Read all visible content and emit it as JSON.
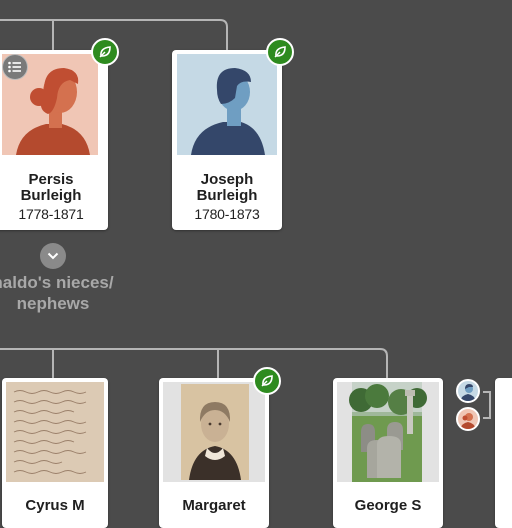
{
  "people": {
    "persis": {
      "first": "Persis",
      "last": "Burleigh",
      "dates": "1778-1871"
    },
    "joseph": {
      "first": "Joseph",
      "last": "Burleigh",
      "dates": "1780-1873"
    },
    "cyrus": {
      "name": "Cyrus M"
    },
    "margaret": {
      "name": "Margaret"
    },
    "george": {
      "name": "George S"
    }
  },
  "group_label": {
    "line1": "naldo's nieces/",
    "line2": "nephews"
  },
  "icons": {
    "hint": "leaf-hint-icon",
    "list": "list-icon",
    "expand": "chevron-down-icon"
  },
  "colors": {
    "background": "#4b4b4b",
    "hint_green": "#2e8b1f",
    "female_bg": "#f0c6b5",
    "female_fg": "#c8563a",
    "male_bg": "#c5d9e5",
    "male_fg": "#3a4f6e"
  }
}
